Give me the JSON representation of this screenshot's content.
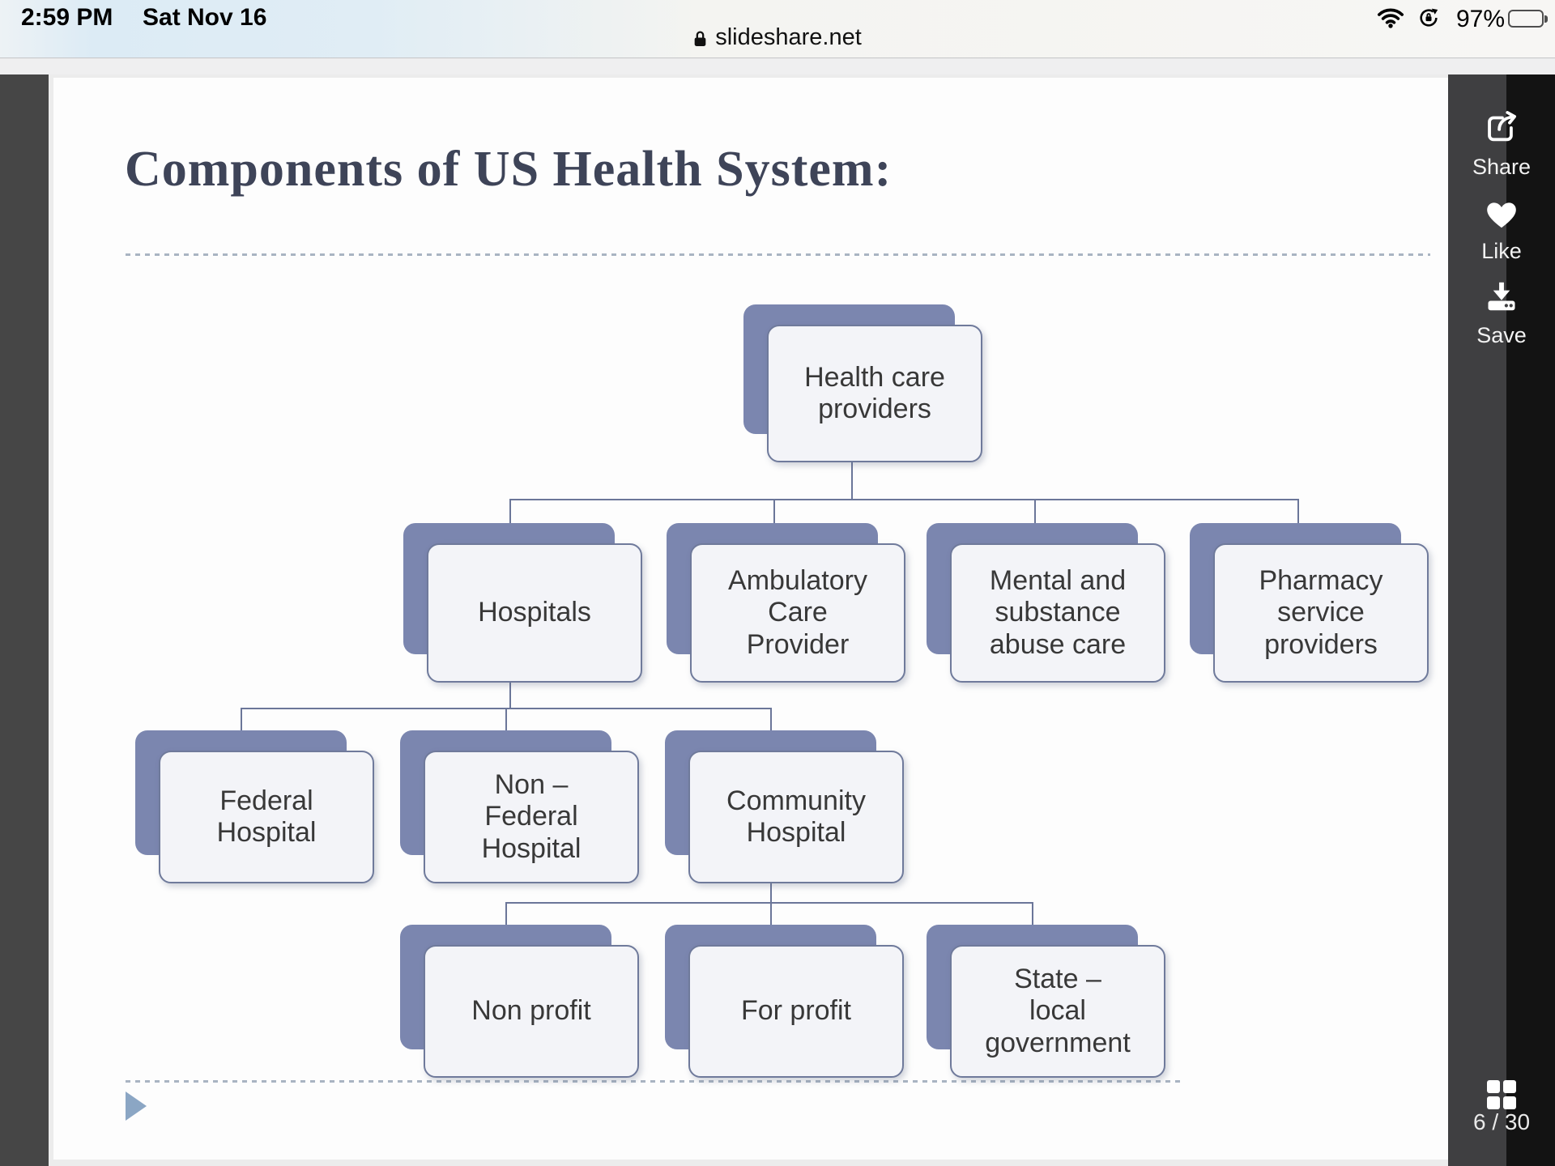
{
  "status_bar": {
    "time": "2:59 PM",
    "date": "Sat Nov 16",
    "battery_percent": "97%"
  },
  "browser": {
    "address": "slideshare.net"
  },
  "player_sidebar": {
    "share_label": "Share",
    "like_label": "Like",
    "save_label": "Save",
    "page_indicator": "6 / 30"
  },
  "slide": {
    "title": "Components of US Health System:",
    "chart_type": "org-chart",
    "nodes": [
      {
        "id": "health-care-providers",
        "parent": null,
        "label": "Health care\nproviders"
      },
      {
        "id": "hospitals",
        "parent": "health-care-providers",
        "label": "Hospitals"
      },
      {
        "id": "ambulatory-care-provider",
        "parent": "health-care-providers",
        "label": "Ambulatory\nCare\nProvider"
      },
      {
        "id": "mental-substance-abuse-care",
        "parent": "health-care-providers",
        "label": "Mental and\nsubstance\nabuse care"
      },
      {
        "id": "pharmacy-service-providers",
        "parent": "health-care-providers",
        "label": "Pharmacy\nservice\nproviders"
      },
      {
        "id": "federal-hospital",
        "parent": "hospitals",
        "label": "Federal\nHospital"
      },
      {
        "id": "non-federal-hospital",
        "parent": "hospitals",
        "label": "Non –\nFederal\nHospital"
      },
      {
        "id": "community-hospital",
        "parent": "hospitals",
        "label": "Community\nHospital"
      },
      {
        "id": "non-profit",
        "parent": "community-hospital",
        "label": "Non profit"
      },
      {
        "id": "for-profit",
        "parent": "community-hospital",
        "label": "For profit"
      },
      {
        "id": "state-local-government",
        "parent": "community-hospital",
        "label": "State –\nlocal\ngovernment"
      }
    ],
    "colors": {
      "node_back": "#7b86af",
      "node_front": "#f3f4f8",
      "node_border": "#6f7a9b",
      "connector": "#6b7699",
      "title": "#3e4458"
    }
  }
}
